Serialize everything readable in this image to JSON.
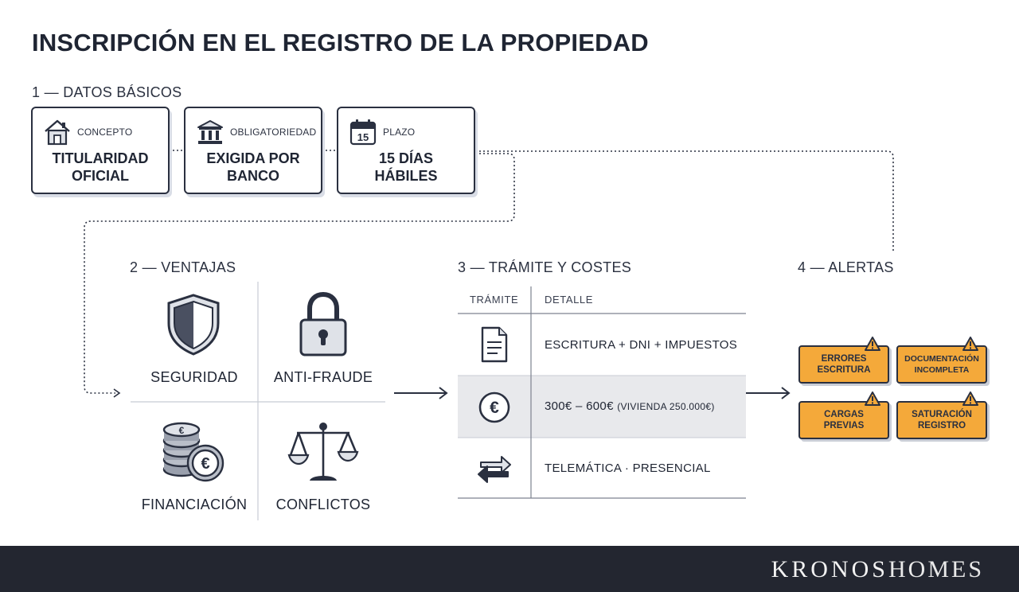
{
  "title": "INSCRIPCIÓN EN EL REGISTRO DE LA PROPIEDAD",
  "sections": {
    "basic": "1 — DATOS BÁSICOS",
    "advantages": "2 — VENTAJAS",
    "procedure": "3 — TRÁMITE Y COSTES",
    "alerts": "4 — ALERTAS"
  },
  "cards": [
    {
      "icon": "house-icon",
      "label": "CONCEPTO",
      "value": "TITULARIDAD\nOFICIAL"
    },
    {
      "icon": "bank-icon",
      "label": "OBLIGATORIEDAD",
      "value": "EXIGIDA POR\nBANCO"
    },
    {
      "icon": "calendar-icon",
      "label": "PLAZO",
      "value": "15 DÍAS\nHÁBILES",
      "icon_text": "15"
    }
  ],
  "advantages": [
    {
      "icon": "shield-icon",
      "label": "SEGURIDAD"
    },
    {
      "icon": "padlock-icon",
      "label": "ANTI-FRAUDE"
    },
    {
      "icon": "coins-icon",
      "label": "FINANCIACIÓN"
    },
    {
      "icon": "scales-icon",
      "label": "CONFLICTOS"
    }
  ],
  "table": {
    "headers": [
      "TRÁMITE",
      "DETALLE"
    ],
    "rows": [
      {
        "icon": "document-icon",
        "detail": "ESCRITURA + DNI + IMPUESTOS",
        "highlight": false
      },
      {
        "icon": "euro-icon",
        "detail": "300€ – 600€",
        "detail_note": "(VIVIENDA 250.000€)",
        "highlight": true
      },
      {
        "icon": "exchange-arrows-icon",
        "detail": "TELEMÁTICA · PRESENCIAL",
        "highlight": false
      }
    ]
  },
  "alerts": [
    {
      "label": "ERRORES\nESCRITURA"
    },
    {
      "label": "DOCUMENTACIÓN\nINCOMPLETA"
    },
    {
      "label": "CARGAS\nPREVIAS"
    },
    {
      "label": "SATURACIÓN\nREGISTRO"
    }
  ],
  "brand": {
    "part1": "KRONOS",
    "part2": "HOMES"
  },
  "colors": {
    "dark": "#232630",
    "alert": "#f4a93a",
    "highlight_row": "#e8e9ec"
  }
}
